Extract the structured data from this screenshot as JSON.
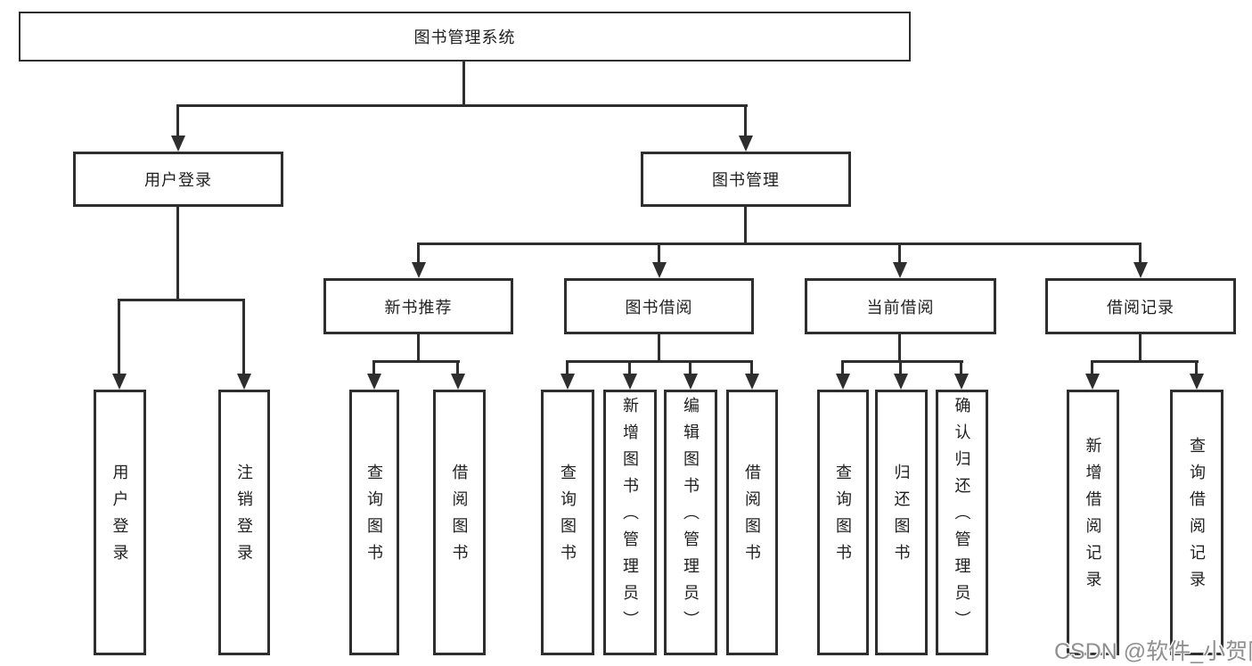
{
  "page": {
    "background": "#ffffff"
  },
  "diagram": {
    "line_color": "#2e2e2e",
    "text_color": "#1f1f1f",
    "tree": {
      "root": {
        "label": "图书管理系统"
      },
      "children": [
        {
          "label": "用户登录",
          "children": [
            {
              "label": "用户登录"
            },
            {
              "label": "注销登录"
            }
          ]
        },
        {
          "label": "图书管理",
          "children": [
            {
              "label": "新书推荐",
              "children": [
                {
                  "label": "查询图书"
                },
                {
                  "label": "借阅图书"
                }
              ]
            },
            {
              "label": "图书借阅",
              "children": [
                {
                  "label": "查询图书"
                },
                {
                  "label": "新增图书（管理员）"
                },
                {
                  "label": "编辑图书（管理员）"
                },
                {
                  "label": "借阅图书"
                }
              ]
            },
            {
              "label": "当前借阅",
              "children": [
                {
                  "label": "查询图书"
                },
                {
                  "label": "归还图书"
                },
                {
                  "label": "确认归还（管理员）"
                }
              ]
            },
            {
              "label": "借阅记录",
              "children": [
                {
                  "label": "新增借阅记录"
                },
                {
                  "label": "查询借阅记录"
                }
              ]
            }
          ]
        }
      ]
    }
  },
  "watermark": {
    "text": "CSDN @软件_小贺同学",
    "color": "#8f8f8f"
  }
}
